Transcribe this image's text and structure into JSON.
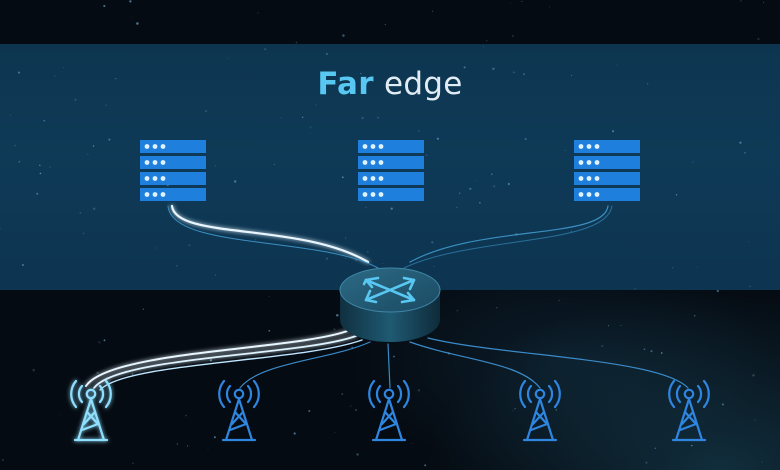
{
  "title": {
    "accent": "Far",
    "rest": "edge"
  },
  "nodes": {
    "servers": [
      {
        "name": "server-rack-left",
        "icon": "server-rack-icon"
      },
      {
        "name": "server-rack-center",
        "icon": "server-rack-icon"
      },
      {
        "name": "server-rack-right",
        "icon": "server-rack-icon"
      }
    ],
    "router": {
      "name": "network-router",
      "icon": "router-arrows-icon"
    },
    "towers": [
      {
        "name": "cell-tower-1",
        "icon": "cell-tower-icon",
        "highlighted": true
      },
      {
        "name": "cell-tower-2",
        "icon": "cell-tower-icon",
        "highlighted": false
      },
      {
        "name": "cell-tower-3",
        "icon": "cell-tower-icon",
        "highlighted": false
      },
      {
        "name": "cell-tower-4",
        "icon": "cell-tower-icon",
        "highlighted": false
      },
      {
        "name": "cell-tower-5",
        "icon": "cell-tower-icon",
        "highlighted": false
      }
    ]
  },
  "colors": {
    "background": "#050b12",
    "band": "#0e3a57",
    "accent": "#58c7f1",
    "server": "#1f7fdc",
    "tower": "#2e86e0",
    "tower_highlight": "#8fe0ff"
  }
}
